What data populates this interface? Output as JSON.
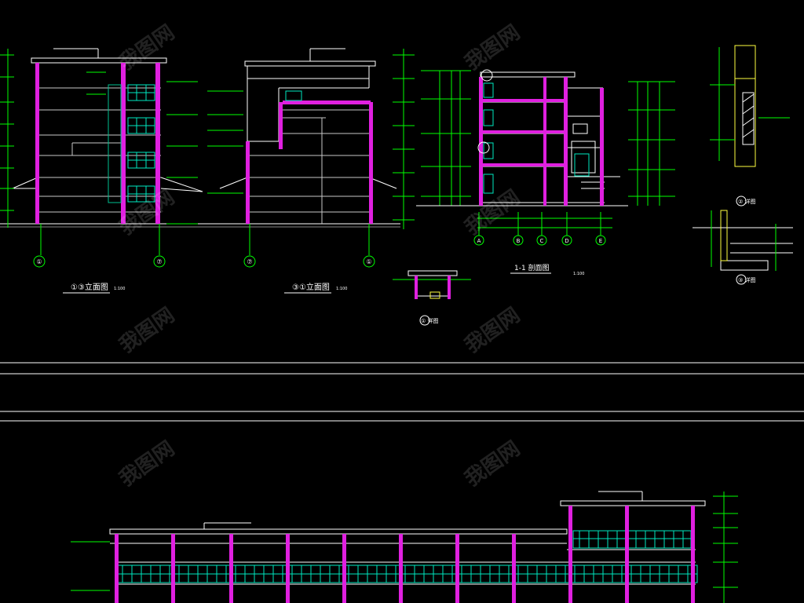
{
  "drawing": {
    "background": "#000000",
    "colors": {
      "magenta": "#e020e0",
      "green": "#00ff00",
      "cyan": "#00e8c0",
      "white": "#ffffff",
      "yellow": "#ffff40",
      "grey": "#8a8a8a"
    }
  },
  "views": {
    "elevation_a": {
      "title": "①③立面图",
      "scale": "1:100"
    },
    "elevation_b": {
      "title": "③①立面图",
      "scale": "1:100"
    },
    "section": {
      "title": "1-1 剖面图",
      "scale": "1:100"
    },
    "detail_small": {
      "title": "① 详图"
    },
    "detail_wall": {
      "title": "② 详图"
    },
    "detail_foundation": {
      "title": "③ 详图"
    }
  },
  "axis_bubbles": {
    "elevation_a": [
      "①",
      "⑦"
    ],
    "elevation_b": [
      "⑦",
      "①"
    ],
    "section": [
      "A",
      "B",
      "C",
      "D",
      "E"
    ],
    "bottom_elevation": []
  },
  "watermark": {
    "text": "我图网"
  }
}
